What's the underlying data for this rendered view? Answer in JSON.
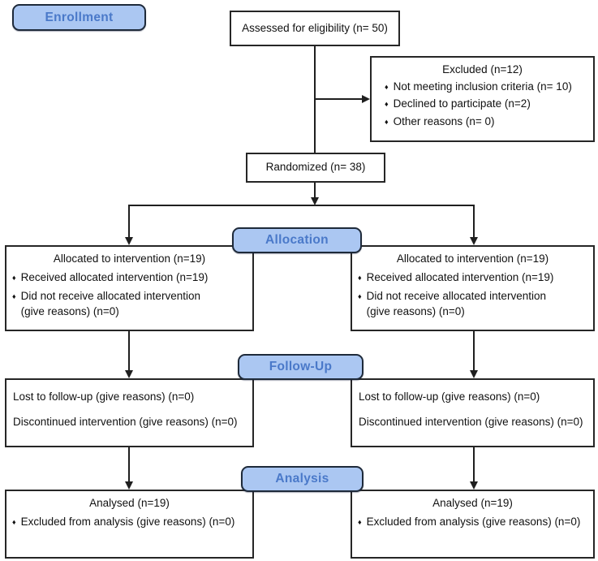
{
  "bullet_char": "♦",
  "colors": {
    "label_fill": "#ABC7F2",
    "label_text": "#4A79C9",
    "label_border": "#1E2A3A",
    "line": "#1F1F1F",
    "box_border": "#262626",
    "box_bg": "#FFFFFF",
    "page_bg": "#FFFFFF"
  },
  "stages": {
    "enrollment": "Enrollment",
    "allocation": "Allocation",
    "followup": "Follow-Up",
    "analysis": "Analysis"
  },
  "boxes": {
    "assessed": {
      "text": "Assessed for eligibility (n= 50)"
    },
    "excluded": {
      "title": "Excluded (n=12)",
      "items": [
        "Not meeting inclusion criteria (n= 10)",
        "Declined to participate (n=2)",
        "Other reasons (n= 0)"
      ]
    },
    "randomized": {
      "text": "Randomized (n= 38)"
    },
    "allocation_left": {
      "title": "Allocated to intervention (n=19)",
      "items": [
        "Received allocated intervention (n=19)",
        "Did not receive allocated intervention (give reasons) (n=0)"
      ]
    },
    "allocation_right": {
      "title": "Allocated to intervention (n=19)",
      "items": [
        "Received allocated intervention (n=19)",
        "Did not receive allocated intervention (give reasons) (n=0)"
      ]
    },
    "followup_left": {
      "lines": [
        "Lost to follow-up (give reasons) (n=0)",
        "Discontinued intervention (give reasons) (n=0)"
      ]
    },
    "followup_right": {
      "lines": [
        "Lost to follow-up (give reasons) (n=0)",
        "Discontinued intervention (give reasons) (n=0)"
      ]
    },
    "analysis_left": {
      "title": "Analysed (n=19)",
      "items": [
        "Excluded from analysis (give reasons) (n=0)"
      ]
    },
    "analysis_right": {
      "title": "Analysed (n=19)",
      "items": [
        "Excluded from analysis (give reasons) (n=0)"
      ]
    }
  }
}
